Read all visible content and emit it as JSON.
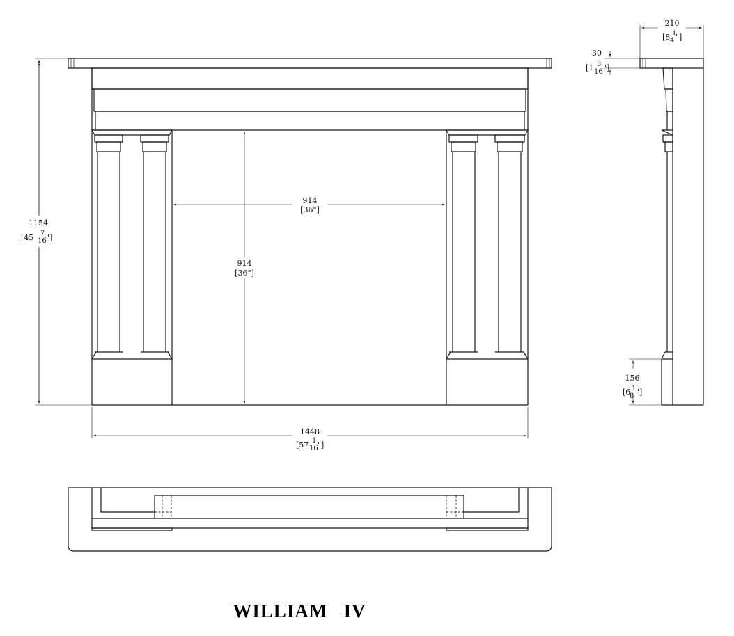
{
  "title": "WILLIAM   IV",
  "dimensions": {
    "overall_height": {
      "mm": "1154",
      "inch_whole": "45",
      "inch_num": "7",
      "inch_den": "16"
    },
    "overall_width": {
      "mm": "1448",
      "inch_whole": "57",
      "inch_num": "1",
      "inch_den": "16"
    },
    "opening_width": {
      "mm": "914",
      "inch": "[36\"]"
    },
    "opening_height": {
      "mm": "914",
      "inch": "[36\"]"
    },
    "depth": {
      "mm": "210",
      "inch_whole": "8",
      "inch_num": "1",
      "inch_den": "4"
    },
    "shelf_thickness": {
      "mm": "30",
      "inch_whole": "1",
      "inch_num": "3",
      "inch_den": "16"
    },
    "plinth_height": {
      "mm": "156",
      "inch_whole": "6",
      "inch_num": "1",
      "inch_den": "8"
    }
  }
}
